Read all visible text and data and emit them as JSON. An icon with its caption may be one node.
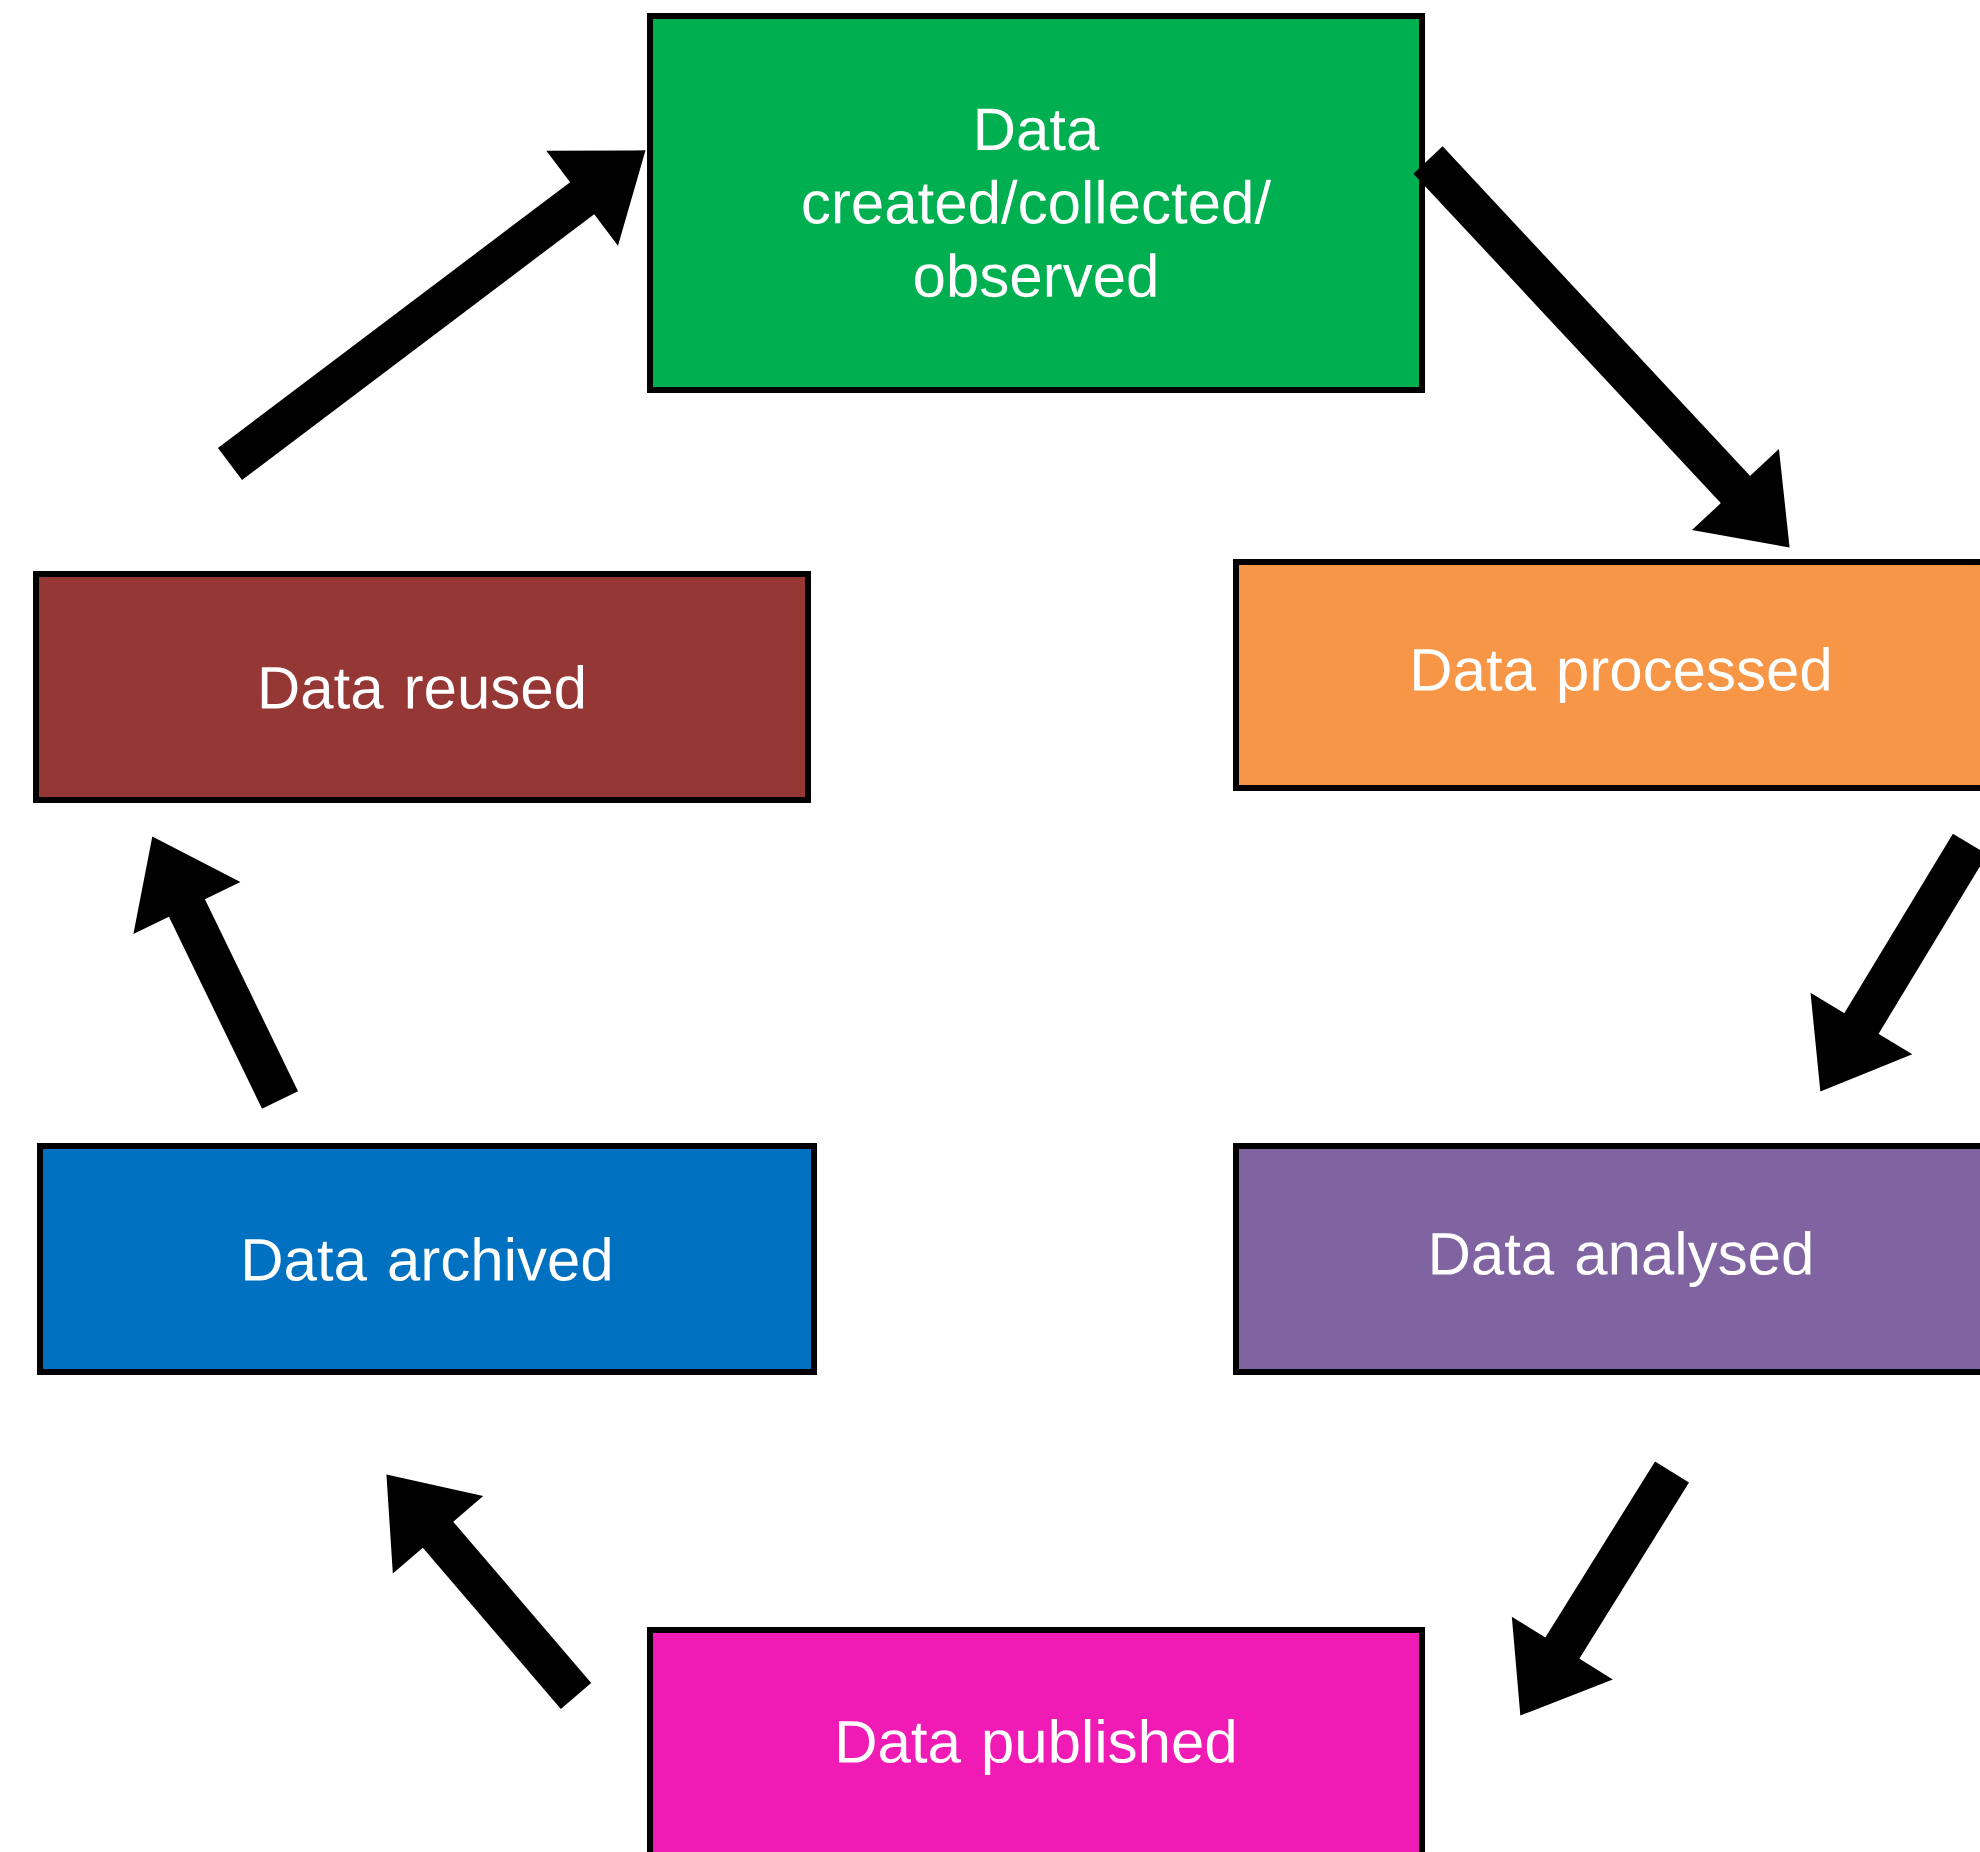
{
  "diagram": {
    "nodes": [
      {
        "text": [
          "Data created/collected/ observed"
        ]
      },
      {
        "text": [
          "Data processed"
        ]
      },
      {
        "text": [
          "Data analysed"
        ]
      },
      {
        "text": [
          "Data published"
        ]
      },
      {
        "text": [
          "Data archived"
        ]
      },
      {
        "text": [
          "Data reused"
        ]
      }
    ],
    "edges": [
      {
        "from": 0,
        "to": 1,
        "arrow": "to"
      },
      {
        "from": 1,
        "to": 2,
        "arrow": "to"
      },
      {
        "from": 2,
        "to": 3,
        "arrow": "to"
      },
      {
        "from": 3,
        "to": 4,
        "arrow": "to"
      },
      {
        "from": 4,
        "to": 5,
        "arrow": "to"
      },
      {
        "from": 5,
        "to": 0,
        "arrow": "to"
      }
    ]
  }
}
